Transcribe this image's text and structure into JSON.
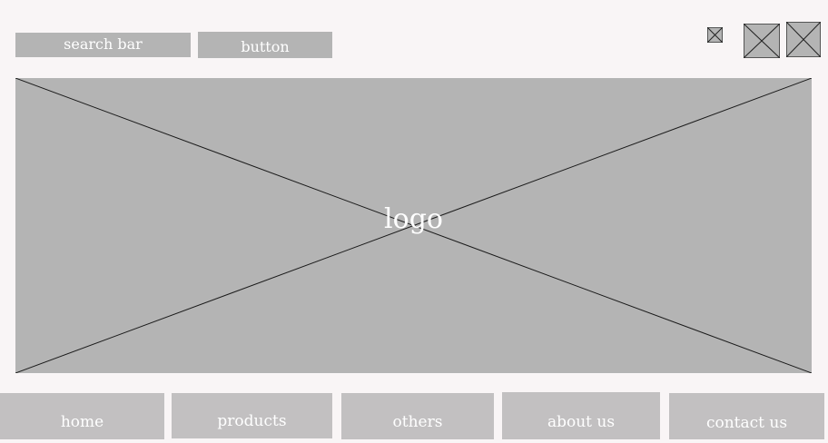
{
  "header": {
    "search_label": "search bar",
    "button_label": "button"
  },
  "icons": [
    "placeholder-image-icon",
    "placeholder-image-icon",
    "placeholder-image-icon"
  ],
  "hero": {
    "logo_label": "logo"
  },
  "nav": {
    "items": [
      {
        "label": "home"
      },
      {
        "label": "products"
      },
      {
        "label": "others"
      },
      {
        "label": "about us"
      },
      {
        "label": "contact us"
      }
    ]
  },
  "colors": {
    "background": "#f9f5f6",
    "placeholder": "#b4b4b4",
    "nav_background": "#c2c0c1",
    "text": "#ffffff"
  }
}
